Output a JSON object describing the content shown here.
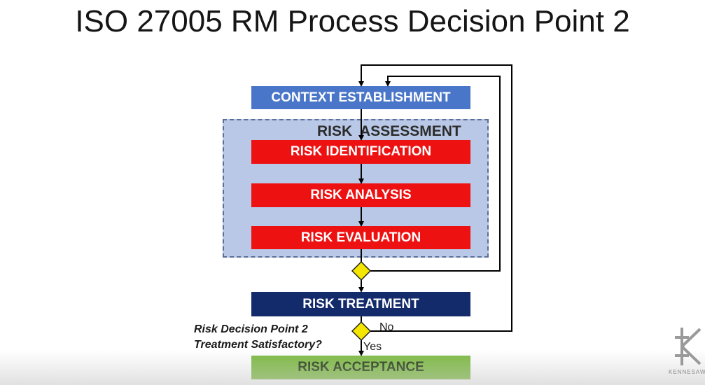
{
  "title": "ISO 27005 RM Process Decision Point 2",
  "region": {
    "label": "RISK  ASSESSMENT"
  },
  "boxes": {
    "context": "CONTEXT ESTABLISHMENT",
    "identification": "RISK IDENTIFICATION",
    "analysis": "RISK ANALYSIS",
    "evaluation": "RISK EVALUATION",
    "treatment": "RISK TREATMENT",
    "acceptance": "RISK ACCEPTANCE"
  },
  "decision_point": {
    "line1": "Risk Decision Point 2",
    "line2": "Treatment Satisfactory?",
    "no": "No",
    "yes": "Yes"
  },
  "logo": {
    "text": "KENNESAW"
  },
  "colors": {
    "context": "#4a76c9",
    "risk_steps": "#ee1111",
    "treatment": "#142b6b",
    "acceptance": "#7dbb42",
    "assessment_region": "#b9c8e6",
    "decision": "#f5e600"
  }
}
